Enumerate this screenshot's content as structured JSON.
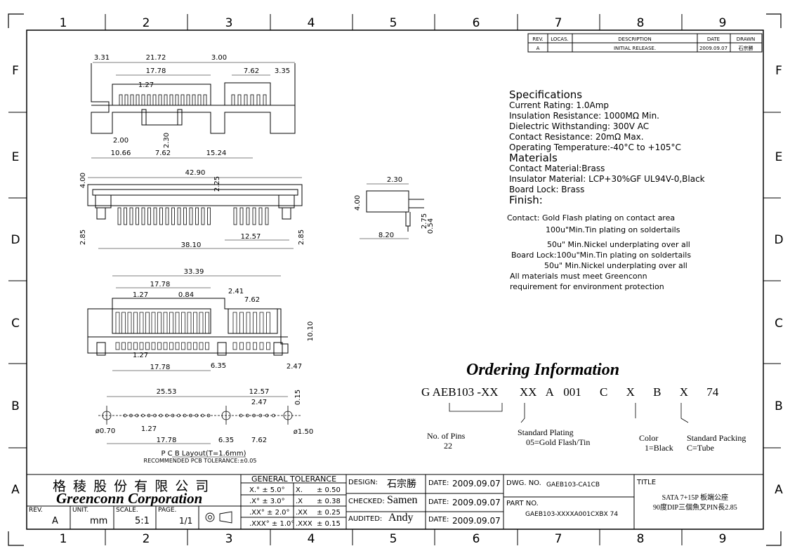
{
  "grid": {
    "columns": [
      "1",
      "2",
      "3",
      "4",
      "5",
      "6",
      "7",
      "8",
      "9"
    ],
    "rows": [
      "F",
      "E",
      "D",
      "C",
      "B",
      "A"
    ]
  },
  "revision_table": {
    "headers": [
      "REV.",
      "LOCAS.",
      "DESCRIPTION",
      "DATE",
      "DRAWN"
    ],
    "row": [
      "A",
      "",
      "INITIAL RELEASE.",
      "2009.09.07",
      "石宗勝"
    ]
  },
  "specifications": {
    "title": "Specifications",
    "lines": [
      "Current Rating: 1.0Amp",
      "Insulation Resistance: 1000MΩ Min.",
      "Dielectric Withstanding: 300V AC",
      "Contact Resistance: 20mΩ Max.",
      "Operating Temperature:-40°C to +105°C"
    ],
    "materials_title": "Materials",
    "materials": [
      "Contact Material:Brass",
      "Insulator Material: LCP+30%GF UL94V-0,Black",
      "Board Lock: Brass"
    ],
    "finish_title": "Finish:",
    "finish": [
      "Contact: Gold Flash plating on contact area",
      "100u\"Min.Tin plating on soldertails",
      "50u\" Min.Nickel underplating over all",
      "Board Lock:100u\"Min.Tin plating on soldertails",
      "50u\" Min.Nickel underplating over all",
      "All materials must meet Greenconn",
      "requirement for environment protection"
    ]
  },
  "ordering": {
    "title": "Ordering Information",
    "code_parts": [
      "G",
      "AEB103",
      "-XX",
      "XX",
      "A",
      "001",
      "C",
      "X",
      "B",
      "X",
      "74"
    ],
    "notes": [
      {
        "label": "No. of Pins",
        "value": "22"
      },
      {
        "label": "Standard Plating",
        "value": "05=Gold Flash/Tin"
      },
      {
        "label": "Color",
        "value": "1=Black"
      },
      {
        "label": "Standard Packing",
        "value": "C=Tube"
      }
    ]
  },
  "dimensions": {
    "top_view": [
      "3.31",
      "21.72",
      "3.00",
      "17.78",
      "1.27",
      "7.62",
      "3.35",
      "2.00",
      "2.30",
      "10.66",
      "7.62",
      "15.24"
    ],
    "front_view": [
      "42.90",
      "4.00",
      "2.25",
      "2.85",
      "38.10",
      "12.57",
      "2.85"
    ],
    "side_view": [
      "2.30",
      "4.00",
      "2.75",
      "0.54",
      "8.20"
    ],
    "bottom_view": [
      "33.39",
      "17.78",
      "0.84",
      "1.27",
      "2.41",
      "7.62",
      "10.10",
      "1.27",
      "17.78",
      "6.35",
      "2.47"
    ],
    "pcb_layout": [
      "25.53",
      "12.57",
      "0.15",
      "2.47",
      "ø0.70",
      "1.27",
      "ø1.50",
      "17.78",
      "6.35",
      "7.62"
    ]
  },
  "pcb_caption": "P C B  Layout(T=1.6mm)",
  "pcb_tolerance": "RECOMMENDED PCB TOLERANCE:±0.05",
  "title_block": {
    "company_cn": "格 稜 股 份 有 限 公 司",
    "company_en": "Greenconn Corporation",
    "rev_label": "REV.",
    "rev_value": "A",
    "unit_label": "UNIT.",
    "unit_value": "mm",
    "scale_label": "SCALE.",
    "scale_value": "5:1",
    "page_label": "PAGE.",
    "page_value": "1/1",
    "tolerance_title": "GENERAL  TOLERANCE",
    "tolerance_angles": [
      "X.° ± 5.0°",
      ".X° ± 3.0°",
      ".XX° ± 2.0°",
      ".XXX° ± 1.0°"
    ],
    "tolerance_linear": [
      [
        "X.",
        "± 0.50"
      ],
      [
        ".X",
        "± 0.38"
      ],
      [
        ".XX",
        "± 0.25"
      ],
      [
        ".XXX",
        "± 0.15"
      ]
    ],
    "design_label": "DESIGN:",
    "design_value": "石宗勝",
    "checked_label": "CHECKED:",
    "checked_value": "Samen",
    "audited_label": "AUDITED:",
    "audited_value": "Andy",
    "date_label": "DATE:",
    "dates": [
      "2009.09.07",
      "2009.09.07",
      "2009.09.07"
    ],
    "dwg_no_label": "DWG. NO.",
    "dwg_no_value": "GAEB103-CA1CB",
    "part_no_label": "PART NO.",
    "part_no_value": "GAEB103-XXXXA001CXBX 74",
    "title_label": "TITLE",
    "title_lines": [
      "SATA 7+15P 板端公座",
      "90度DIP三個魚叉PIN長2.85"
    ]
  }
}
